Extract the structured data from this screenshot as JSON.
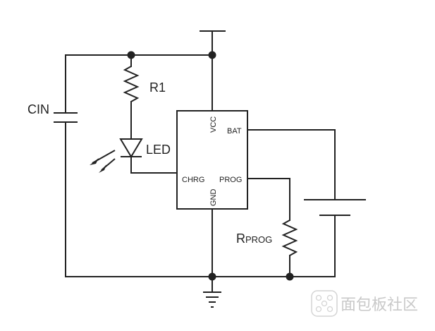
{
  "schematic": {
    "labels": {
      "cin": "CIN",
      "r1": "R1",
      "led": "LED",
      "rprog_main": "R",
      "rprog_sub": "PROG"
    },
    "ic": {
      "vcc": "VCC",
      "gnd": "GND",
      "bat": "BAT",
      "chrg": "CHRG",
      "prog": "PROG"
    }
  },
  "watermark": {
    "text": "面包板社区"
  }
}
